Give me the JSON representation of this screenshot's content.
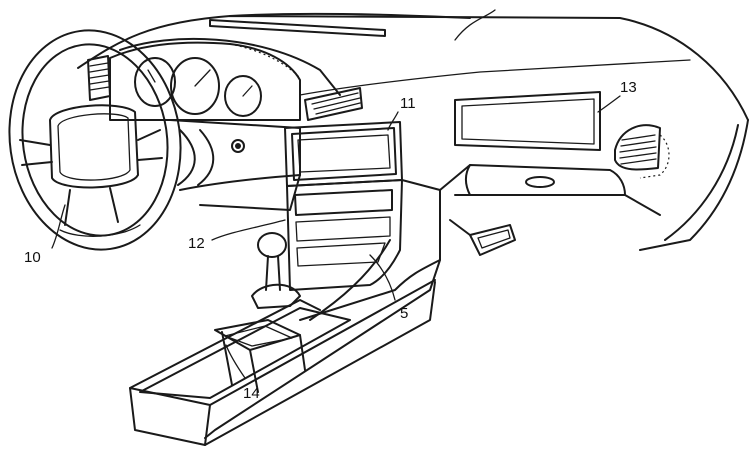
{
  "figure": {
    "reference_numerals": {
      "steering_wheel": "10",
      "display_unit": "11",
      "lower_console_panel": "12",
      "glove_box_panel": "13",
      "storage_tray": "14",
      "center_console": "5"
    }
  }
}
